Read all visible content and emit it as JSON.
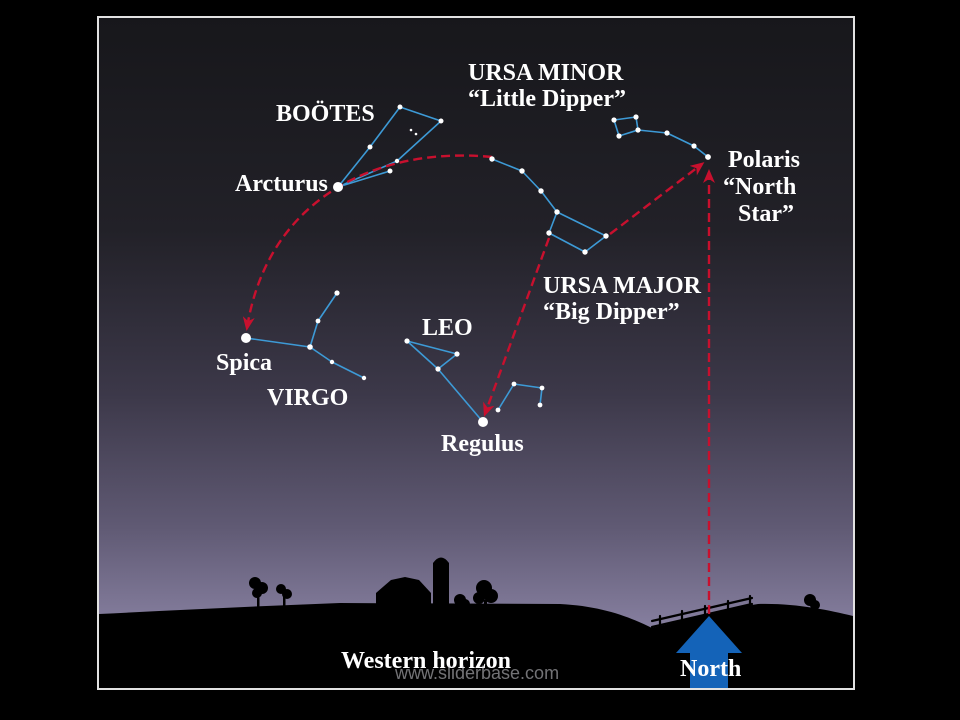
{
  "constellations": {
    "ursa_minor": {
      "name": "URSA MINOR",
      "nickname": "“Little Dipper”"
    },
    "ursa_major": {
      "name": "URSA MAJOR",
      "nickname": "“Big Dipper”"
    },
    "bootes": {
      "name": "BOÖTES"
    },
    "leo": {
      "name": "LEO"
    },
    "virgo": {
      "name": "VIRGO"
    }
  },
  "stars": {
    "polaris": {
      "name": "Polaris",
      "nickname_line1": "“North",
      "nickname_line2": "Star”"
    },
    "arcturus": {
      "name": "Arcturus"
    },
    "spica": {
      "name": "Spica"
    },
    "regulus": {
      "name": "Regulus"
    }
  },
  "horizon": {
    "label": "Western horizon",
    "direction_label": "North"
  },
  "watermark": "www.sliderbase.com",
  "colors": {
    "background": "#000000",
    "constellation_line": "#3d9ad6",
    "star": "#ffffff",
    "pointer_arrow": "#c8102e",
    "north_arrow": "#1463b8",
    "label": "#ffffff",
    "ground_silhouette": "#000000"
  }
}
